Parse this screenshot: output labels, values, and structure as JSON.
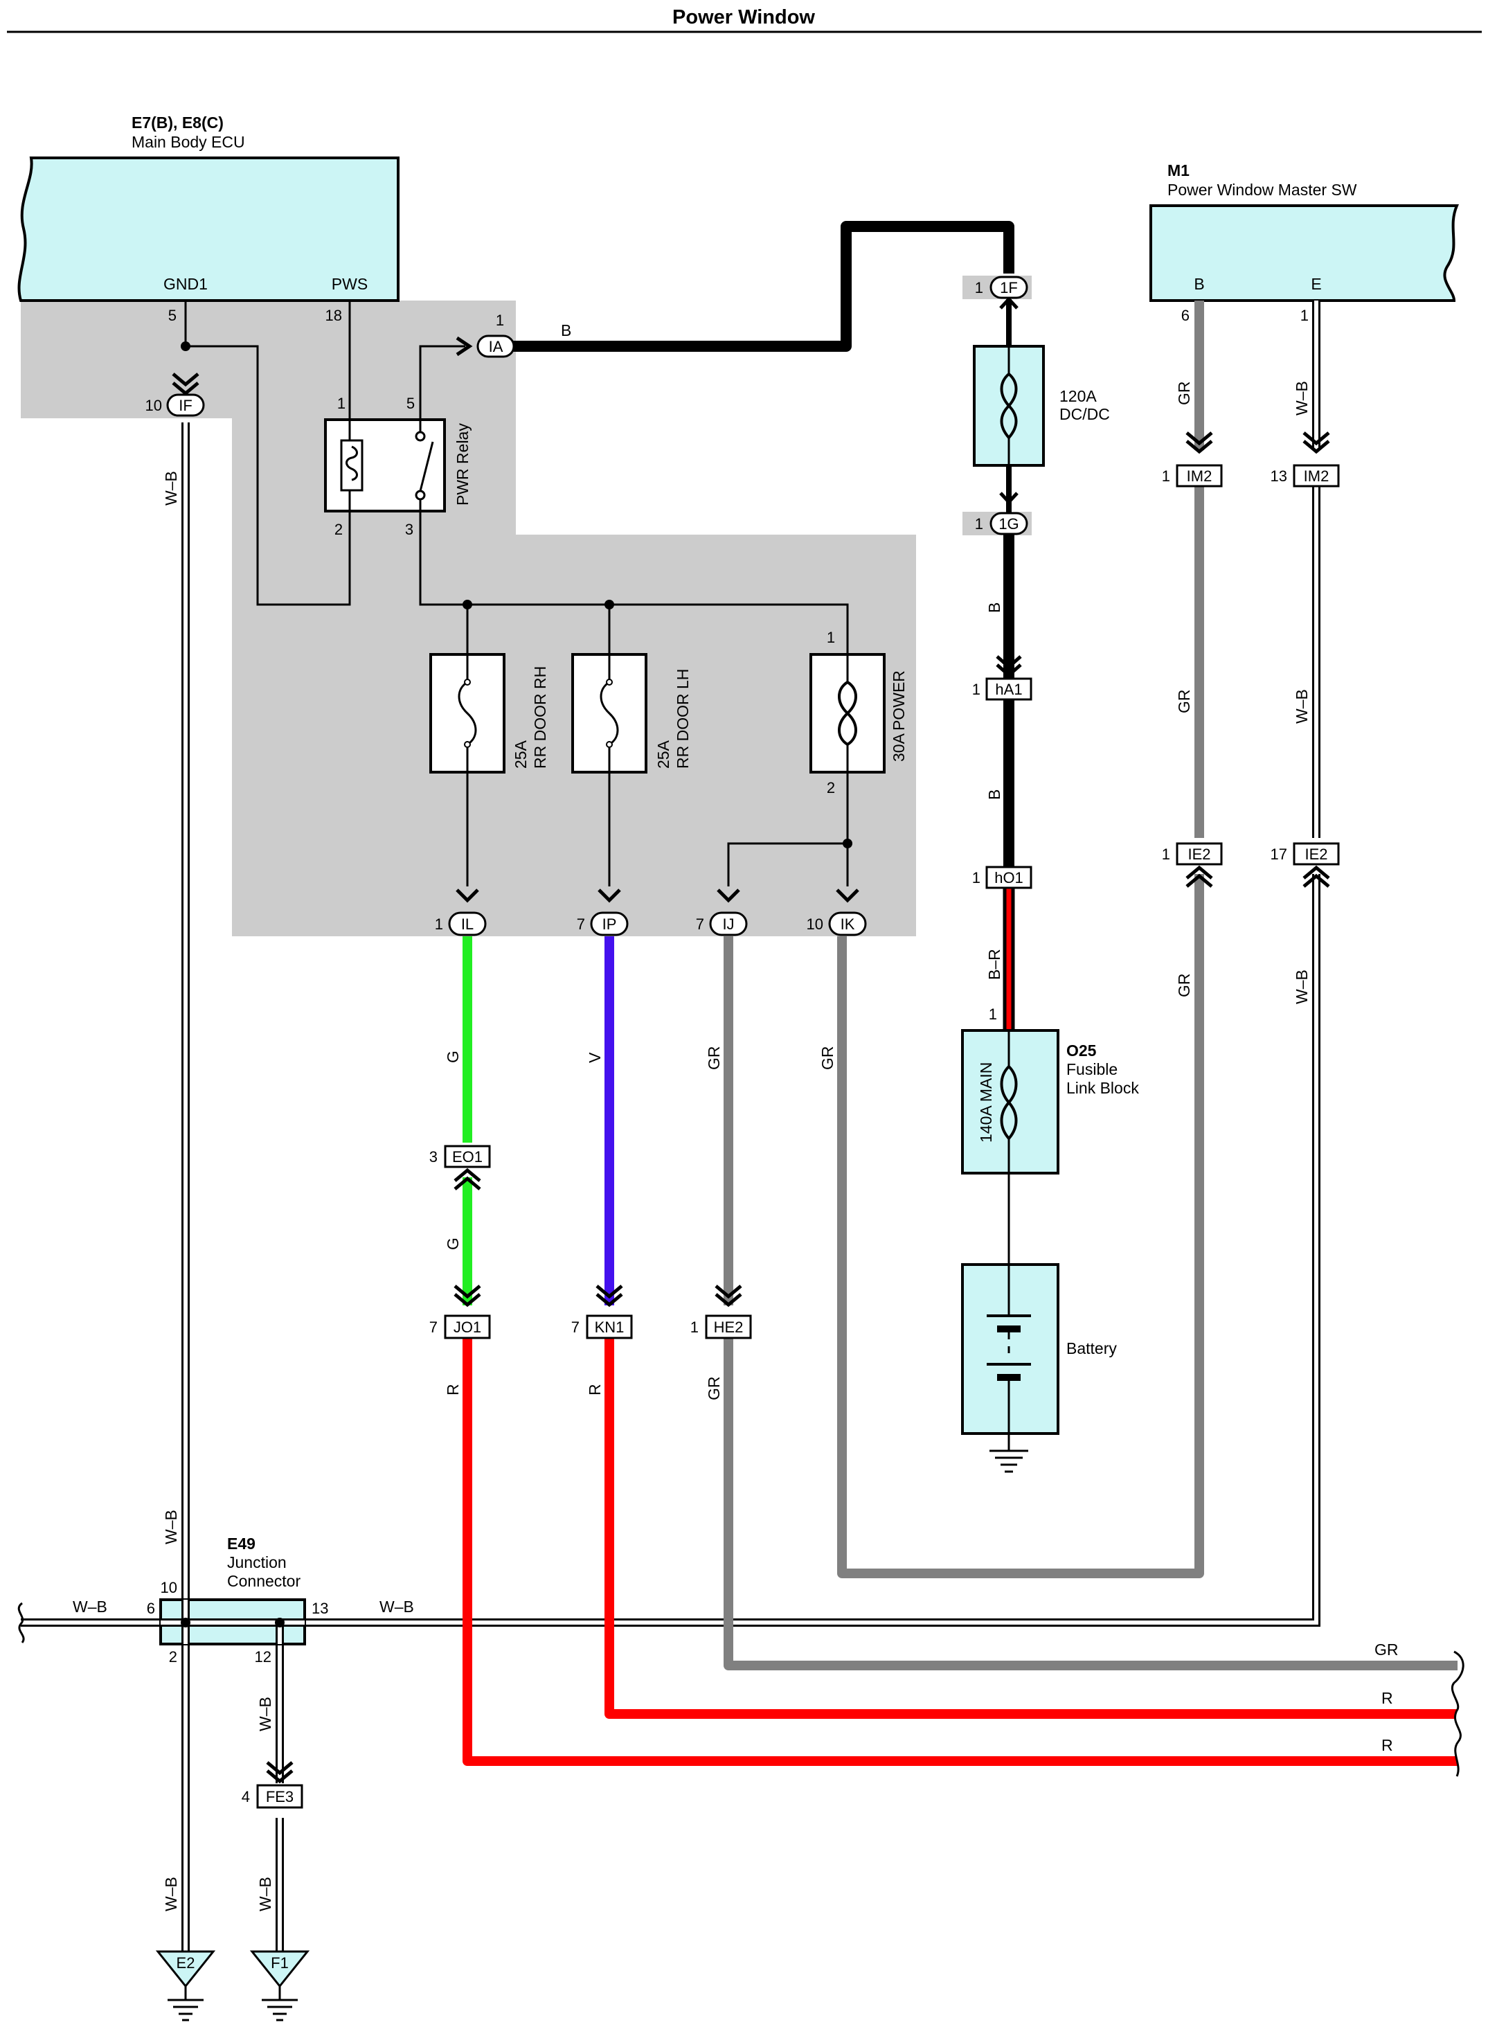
{
  "title": "Power Window",
  "colors": {
    "black": "#000000",
    "green": "#22ee22",
    "violet": "#4411ee",
    "gray": "#808080",
    "red": "#ff0000",
    "box_fill": "#ccf5f5",
    "jbox_fill": "#cccccc"
  },
  "components": {
    "ecu": {
      "id": "E7(B), E8(C)",
      "name": "Main Body ECU",
      "pin_gnd": "GND1",
      "pin_pws": "PWS",
      "pin_gnd_no": "5",
      "pin_pws_no": "18"
    },
    "master_sw": {
      "id": "M1",
      "name": "Power Window Master SW",
      "pin_b": "B",
      "pin_e": "E",
      "pin_b_no": "6",
      "pin_e_no": "1"
    },
    "relay": {
      "name": "PWR Relay",
      "pins": [
        "1",
        "5",
        "2",
        "3"
      ]
    },
    "fuse_rh": {
      "rating": "25A",
      "name": "RR DOOR RH"
    },
    "fuse_lh": {
      "rating": "25A",
      "name": "RR DOOR LH"
    },
    "fuse_power": {
      "rating": "30A",
      "name": "POWER",
      "pin_top": "1",
      "pin_bottom": "2"
    },
    "fuse_dcdc": {
      "rating": "120A",
      "name": "DC/DC"
    },
    "fusible_link": {
      "id": "O25",
      "name1": "Fusible",
      "name2": "Link Block",
      "fuse": "140A MAIN",
      "pin": "1"
    },
    "battery": {
      "name": "Battery"
    },
    "junction": {
      "id": "E49",
      "name1": "Junction",
      "name2": "Connector",
      "pins": [
        "10",
        "6",
        "13",
        "2",
        "12"
      ]
    },
    "grounds": [
      "E2",
      "F1"
    ]
  },
  "connectors": {
    "IF": {
      "label": "IF",
      "pin": "10"
    },
    "IA": {
      "label": "IA",
      "pin": "1"
    },
    "1F": {
      "label": "1F",
      "pin": "1"
    },
    "1G": {
      "label": "1G",
      "pin": "1"
    },
    "hA1": {
      "label": "hA1",
      "pin": "1"
    },
    "hO1": {
      "label": "hO1",
      "pin": "1"
    },
    "IM2a": {
      "label": "IM2",
      "pin": "1"
    },
    "IM2b": {
      "label": "IM2",
      "pin": "13"
    },
    "IE2a": {
      "label": "IE2",
      "pin": "1"
    },
    "IE2b": {
      "label": "IE2",
      "pin": "17"
    },
    "IL": {
      "label": "IL",
      "pin": "1"
    },
    "IP": {
      "label": "IP",
      "pin": "7"
    },
    "IJ": {
      "label": "IJ",
      "pin": "7"
    },
    "IK": {
      "label": "IK",
      "pin": "10"
    },
    "EO1": {
      "label": "EO1",
      "pin": "3"
    },
    "JO1": {
      "label": "JO1",
      "pin": "7"
    },
    "KN1": {
      "label": "KN1",
      "pin": "7"
    },
    "HE2": {
      "label": "HE2",
      "pin": "1"
    },
    "FE3": {
      "label": "FE3",
      "pin": "4"
    }
  },
  "wire_colors": {
    "B": "B",
    "BR": "B–R",
    "WB": "W–B",
    "GR": "GR",
    "G": "G",
    "V": "V",
    "R": "R"
  }
}
